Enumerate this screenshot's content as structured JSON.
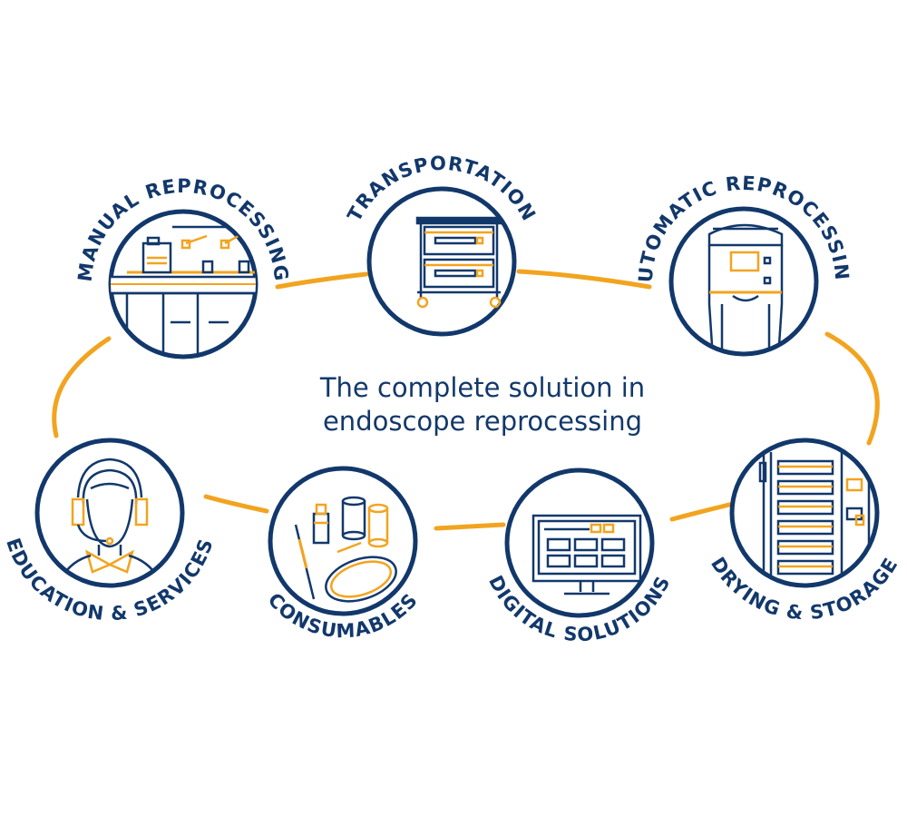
{
  "center_text": {
    "line1": "The complete solution in",
    "line2": "endoscope reprocessing"
  },
  "colors": {
    "navy": "#12386b",
    "orange": "#f2a41f",
    "background": "#ffffff"
  },
  "stations": [
    {
      "key": "manual",
      "label": "MANUAL REPROCESSING",
      "icon": "sink-workstation-icon"
    },
    {
      "key": "transport",
      "label": "TRANSPORTATION",
      "icon": "transport-cart-icon"
    },
    {
      "key": "automatic",
      "label": "AUTOMATIC REPROCESSING",
      "icon": "reprocessor-machine-icon"
    },
    {
      "key": "education",
      "label": "EDUCATION & SERVICES",
      "icon": "headset-agent-icon"
    },
    {
      "key": "consumables",
      "label": "CONSUMABLES",
      "icon": "consumables-icon"
    },
    {
      "key": "digital",
      "label": "DIGITAL SOLUTIONS",
      "icon": "monitor-icon"
    },
    {
      "key": "drying",
      "label": "DRYING & STORAGE",
      "icon": "drying-cabinet-icon"
    }
  ]
}
